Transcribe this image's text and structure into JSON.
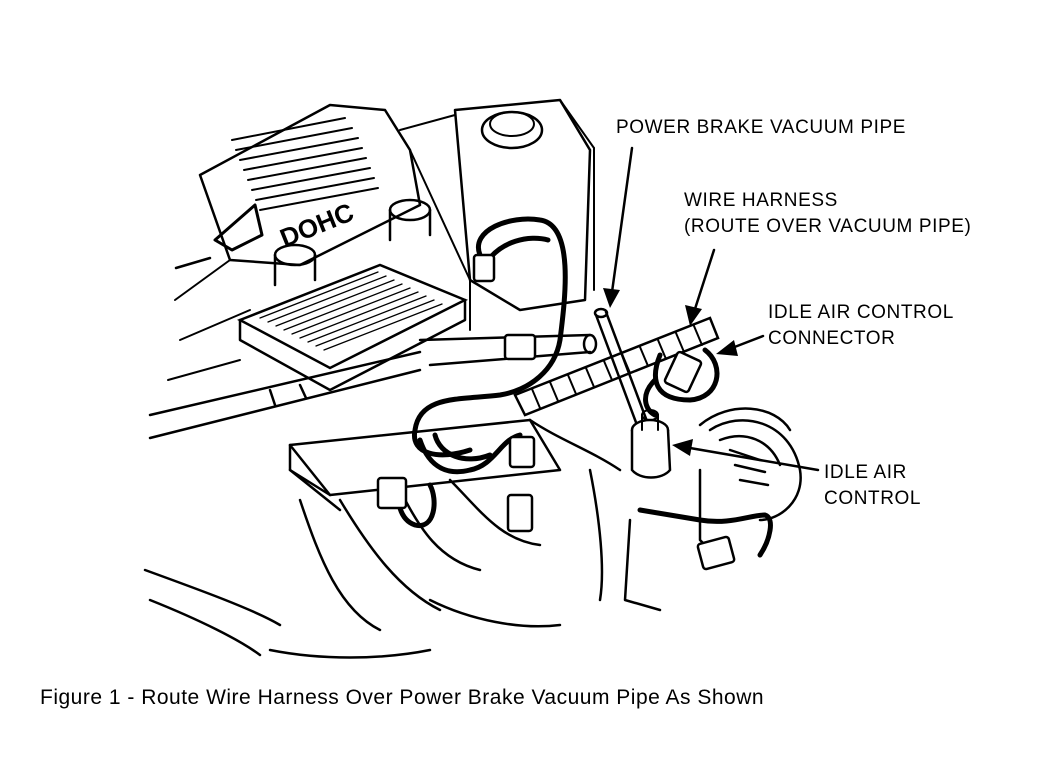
{
  "labels": {
    "power_brake_vacuum_pipe": "POWER BRAKE VACUUM PIPE",
    "wire_harness_line1": "WIRE HARNESS",
    "wire_harness_line2": "(ROUTE OVER VACUUM PIPE)",
    "iac_connector_line1": "IDLE AIR CONTROL",
    "iac_connector_line2": "CONNECTOR",
    "iac_line1": "IDLE AIR",
    "iac_line2": "CONTROL",
    "engine_badge": "DOHC"
  },
  "caption": "Figure 1 - Route Wire Harness Over Power Brake Vacuum Pipe As Shown",
  "colors": {
    "ink": "#000000",
    "paper": "#ffffff"
  }
}
